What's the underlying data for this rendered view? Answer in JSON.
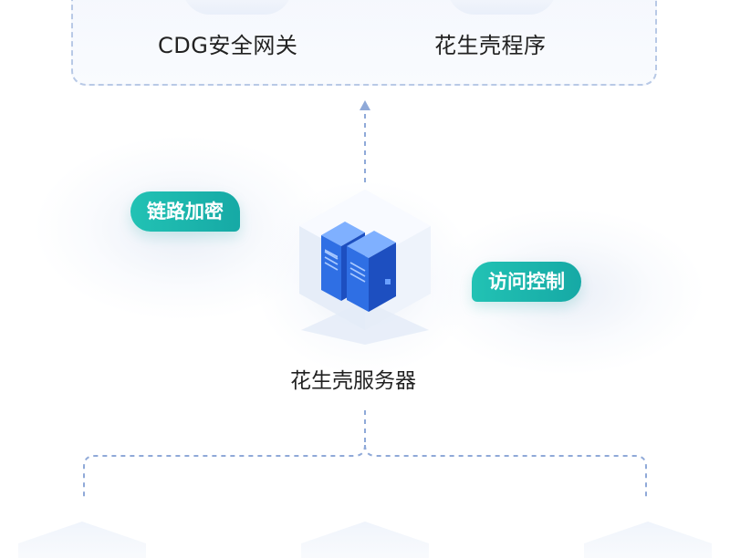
{
  "top_group": {
    "gateway_label": "CDG安全网关",
    "program_label": "花生壳程序"
  },
  "features": {
    "encrypt_label": "链路加密",
    "access_label": "访问控制"
  },
  "server": {
    "label": "花生壳服务器",
    "icon": "server-rack-icon"
  },
  "colors": {
    "accent_teal": "#1bb5ab",
    "server_blue": "#2f6fe4",
    "connector": "#8fa9d8"
  }
}
